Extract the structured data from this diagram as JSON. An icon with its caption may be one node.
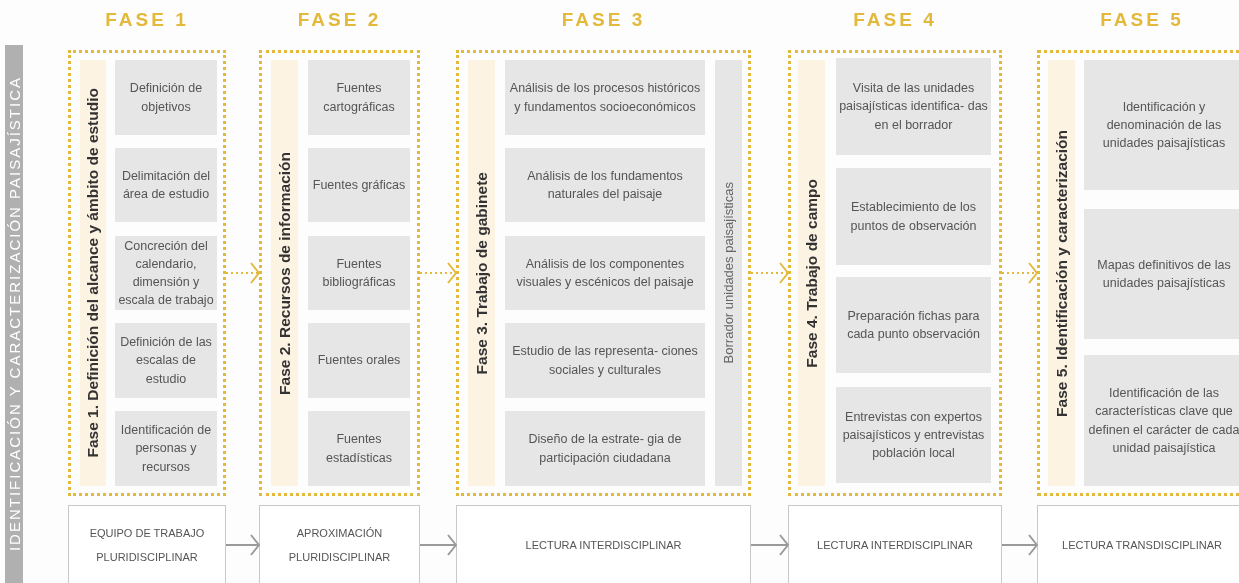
{
  "diagram": {
    "nodes": [
      {
        "text": [
          "IDENTIFICACIÓN Y CARACTERIZACIÓN PAISAJÍSTICA"
        ]
      },
      {
        "text": [
          "FASE 1"
        ]
      },
      {
        "text": [
          "Fase 1. Definición del alcance y ámbito de estudio"
        ],
        "in": 1
      },
      {
        "text": [
          "Definición de objetivos"
        ],
        "in": 1
      },
      {
        "text": [
          "Delimitación del área de estudio"
        ],
        "in": 1
      },
      {
        "text": [
          "Concreción del calendario, dimensión y escala de trabajo"
        ],
        "in": 1
      },
      {
        "text": [
          "Definición de las escalas de estudio"
        ],
        "in": 1
      },
      {
        "text": [
          "Identificación de personas y recursos"
        ],
        "in": 1
      },
      {
        "text": [
          "FASE 2"
        ]
      },
      {
        "text": [
          "Fase 2. Recursos de información"
        ],
        "in": 8
      },
      {
        "text": [
          "Fuentes cartográficas"
        ],
        "in": 8
      },
      {
        "text": [
          "Fuentes gráficas"
        ],
        "in": 8
      },
      {
        "text": [
          "Fuentes bibliográficas"
        ],
        "in": 8
      },
      {
        "text": [
          "Fuentes orales"
        ],
        "in": 8
      },
      {
        "text": [
          "Fuentes estadísticas"
        ],
        "in": 8
      },
      {
        "text": [
          "FASE 3"
        ]
      },
      {
        "text": [
          "Fase 3. Trabajo de gabinete"
        ],
        "in": 15
      },
      {
        "text": [
          "Análisis de los procesos históricos y fundamentos socioeconómicos"
        ],
        "in": 15
      },
      {
        "text": [
          "Análisis de los fundamentos naturales del paisaje"
        ],
        "in": 15
      },
      {
        "text": [
          "Análisis de los componentes visuales y escénicos del paisaje"
        ],
        "in": 15
      },
      {
        "text": [
          "Estudio de las representa- ciones sociales y culturales"
        ],
        "in": 15
      },
      {
        "text": [
          "Diseño de la estrate- gia de participación ciudadana"
        ],
        "in": 15
      },
      {
        "text": [
          "Borrador unidades paisajísticas"
        ],
        "in": 15
      },
      {
        "text": [
          "FASE 4"
        ]
      },
      {
        "text": [
          "Fase 4. Trabajo de campo"
        ],
        "in": 23
      },
      {
        "text": [
          "Visita de las unidades paisajísticas identifica- das en el borrador"
        ],
        "in": 23
      },
      {
        "text": [
          "Establecimiento de los puntos de observación"
        ],
        "in": 23
      },
      {
        "text": [
          "Preparación fichas para cada punto observación"
        ],
        "in": 23
      },
      {
        "text": [
          "Entrevistas con expertos paisajísticos y entrevistas población local"
        ],
        "in": 23
      },
      {
        "text": [
          "FASE 5"
        ]
      },
      {
        "text": [
          "Fase 5. Identificación y caracterización"
        ],
        "in": 29
      },
      {
        "text": [
          "Identificación y denominación de las unidades paisajísticas"
        ],
        "in": 29
      },
      {
        "text": [
          "Mapas definitivos de las unidades paisajísticas"
        ],
        "in": 29
      },
      {
        "text": [
          "Identificación de las características clave que definen el carácter de cada unidad paisajística"
        ],
        "in": 29
      },
      {
        "text": [
          "EQUIPO DE TRABAJO PLURIDISCIPLINAR"
        ]
      },
      {
        "text": [
          "APROXIMACIÓN PLURIDISCIPLINAR"
        ]
      },
      {
        "text": [
          "LECTURA INTERDISCIPLINAR"
        ]
      },
      {
        "text": [
          "LECTURA INTERDISCIPLINAR"
        ]
      },
      {
        "text": [
          "LECTURA TRANSDISCIPLINAR"
        ]
      }
    ],
    "edges": [
      {
        "from": 1,
        "to": 8,
        "arrow": "to",
        "style": "dashed",
        "color": "#e3b93c"
      },
      {
        "from": 8,
        "to": 15,
        "arrow": "to",
        "style": "dashed",
        "color": "#e3b93c"
      },
      {
        "from": 15,
        "to": 23,
        "arrow": "to",
        "style": "dashed",
        "color": "#e3b93c"
      },
      {
        "from": 23,
        "to": 29,
        "arrow": "to",
        "style": "dashed",
        "color": "#e3b93c"
      },
      {
        "from": 34,
        "to": 35,
        "arrow": "to",
        "color": "#9a9a9a"
      },
      {
        "from": 35,
        "to": 36,
        "arrow": "to",
        "color": "#9a9a9a"
      },
      {
        "from": 36,
        "to": 37,
        "arrow": "to",
        "color": "#9a9a9a"
      },
      {
        "from": 37,
        "to": 38,
        "arrow": "to",
        "color": "#9a9a9a"
      }
    ]
  }
}
